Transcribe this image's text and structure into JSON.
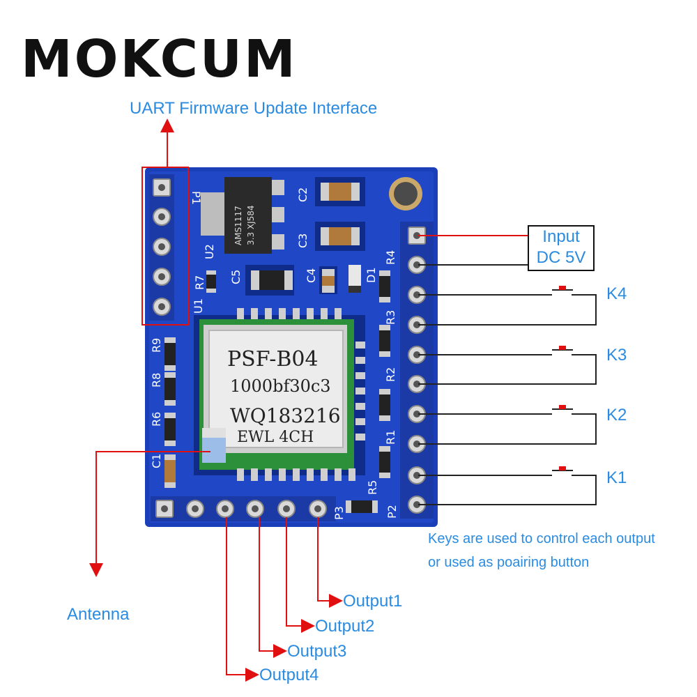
{
  "brand": {
    "name": "MOKCUM"
  },
  "labels": {
    "uart": "UART Firmware Update Interface",
    "input_line1": "Input",
    "input_line2": "DC 5V",
    "antenna": "Antenna",
    "output1": "Output1",
    "output2": "Output2",
    "output3": "Output3",
    "output4": "Output4",
    "k4": "K4",
    "k3": "K3",
    "k2": "K2",
    "k1": "K1",
    "keys_note_line1": "Keys are used to control each output",
    "keys_note_line2": "or used as poairing button"
  },
  "board": {
    "module_line1": "PSF-B04",
    "module_line2": "1000bf30c3",
    "module_line3": "WQ183216",
    "module_line4": "EWL  4CH",
    "regulator_line1": "AMS1117",
    "regulator_line2": "3.3 XJ584",
    "silk": {
      "p1": "P1",
      "u2": "U2",
      "c2": "C2",
      "c3": "C3",
      "c4": "C4",
      "c5": "C5",
      "r7": "R7",
      "u1": "U1",
      "r9": "R9",
      "r8": "R8",
      "r6": "R6",
      "c1": "C1",
      "r4": "R4",
      "r3": "R3",
      "r2": "R2",
      "r1": "R1",
      "r5": "R5",
      "d1": "D1",
      "p2": "P2",
      "p3": "P3"
    }
  },
  "colors": {
    "pcb": "#1a3fb8",
    "label_blue": "#2a8be0",
    "arrow_red": "#e01010",
    "wire_dark": "#222222"
  }
}
